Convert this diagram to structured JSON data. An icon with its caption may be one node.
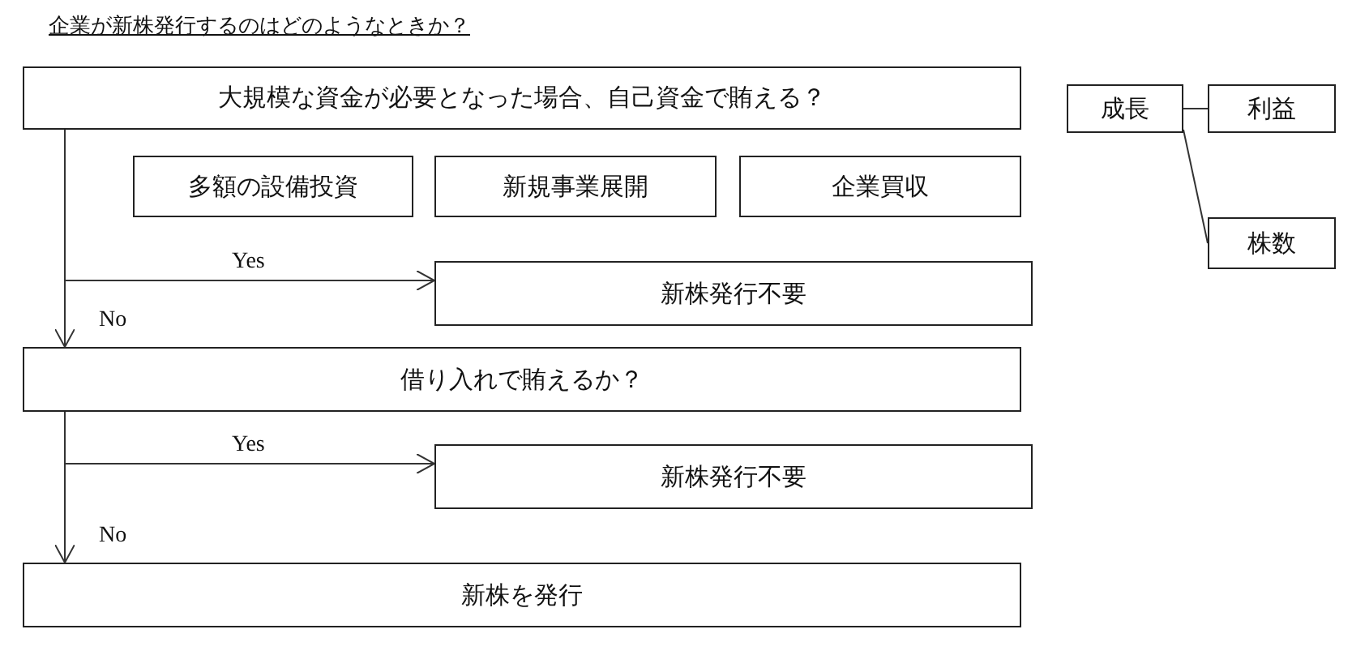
{
  "diagram": {
    "title": "企業が新株発行するのはどのようなときか？",
    "nodes": [
      {
        "text": [
          "大規模な資金が必要となった場合、自己資金で賄える？"
        ]
      },
      {
        "text": [
          "多額の設備投資"
        ]
      },
      {
        "text": [
          "新規事業展開"
        ]
      },
      {
        "text": [
          "企業買収"
        ]
      },
      {
        "text": [
          "新株発行不要"
        ]
      },
      {
        "text": [
          "借り入れで賄えるか？"
        ]
      },
      {
        "text": [
          "新株発行不要"
        ]
      },
      {
        "text": [
          "新株を発行"
        ]
      },
      {
        "text": [
          "成長"
        ]
      },
      {
        "text": [
          "利益"
        ]
      },
      {
        "text": [
          "株数"
        ]
      }
    ],
    "edges": [
      {
        "from": 0,
        "to": 4,
        "arrow": "to",
        "label": "Yes"
      },
      {
        "from": 0,
        "to": 5,
        "arrow": "to",
        "label": "No"
      },
      {
        "from": 5,
        "to": 6,
        "arrow": "to",
        "label": "Yes"
      },
      {
        "from": 5,
        "to": 7,
        "arrow": "to",
        "label": "No"
      },
      {
        "from": 8,
        "to": 9,
        "arrow": "none"
      },
      {
        "from": 8,
        "to": 10,
        "arrow": "none"
      }
    ]
  }
}
